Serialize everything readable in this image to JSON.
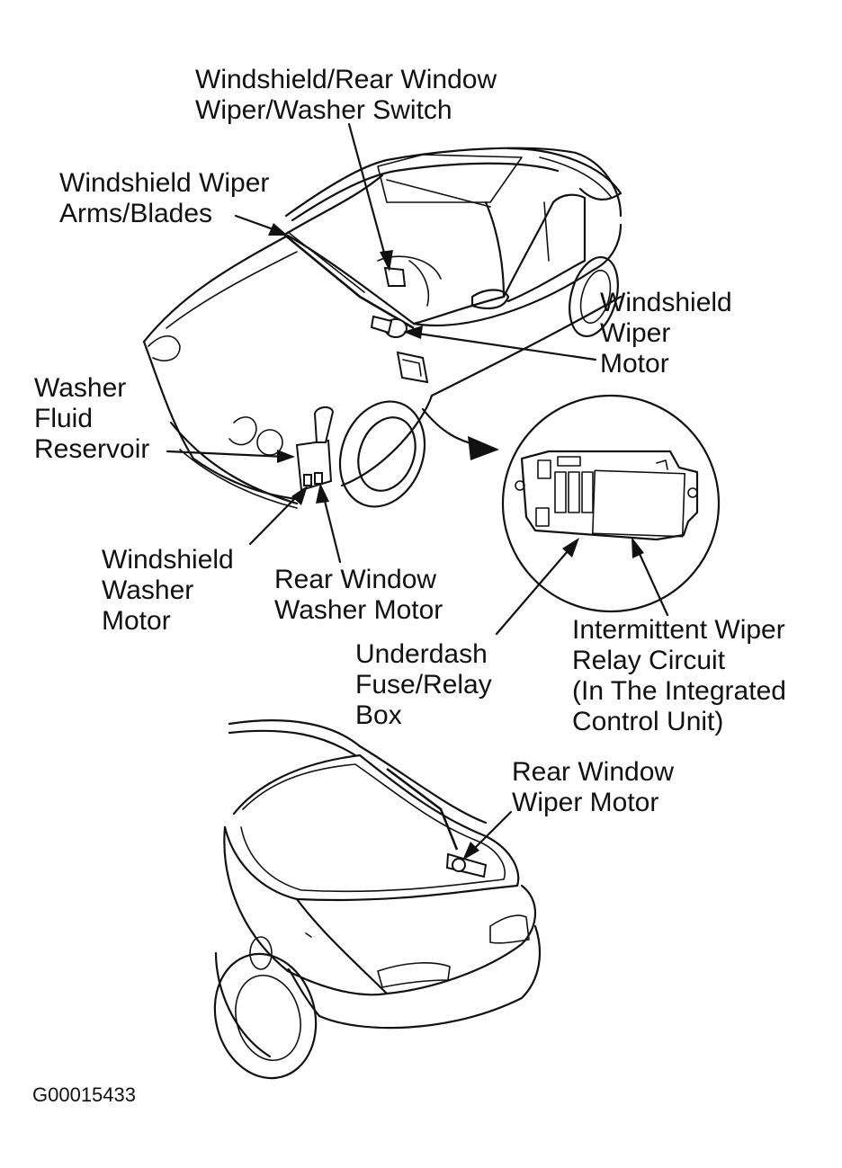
{
  "labels": {
    "wiper_switch": [
      "Windshield/Rear Window",
      "Wiper/Washer Switch"
    ],
    "wiper_arms": [
      "Windshield Wiper",
      "Arms/Blades"
    ],
    "wiper_motor": [
      "Windshield",
      "Wiper",
      "Motor"
    ],
    "washer_reservoir": [
      "Washer",
      "Fluid",
      "Reservoir"
    ],
    "windshield_washer_motor": [
      "Windshield",
      "Washer",
      "Motor"
    ],
    "rear_washer_motor": [
      "Rear Window",
      "Washer Motor"
    ],
    "fuse_relay_box": [
      "Underdash",
      "Fuse/Relay",
      "Box"
    ],
    "intermittent_relay": [
      "Intermittent Wiper",
      "Relay Circuit",
      "(In The Integrated",
      "Control Unit)"
    ],
    "rear_wiper_motor": [
      "Rear Window",
      "Wiper Motor"
    ]
  },
  "figure_code": "G00015433"
}
